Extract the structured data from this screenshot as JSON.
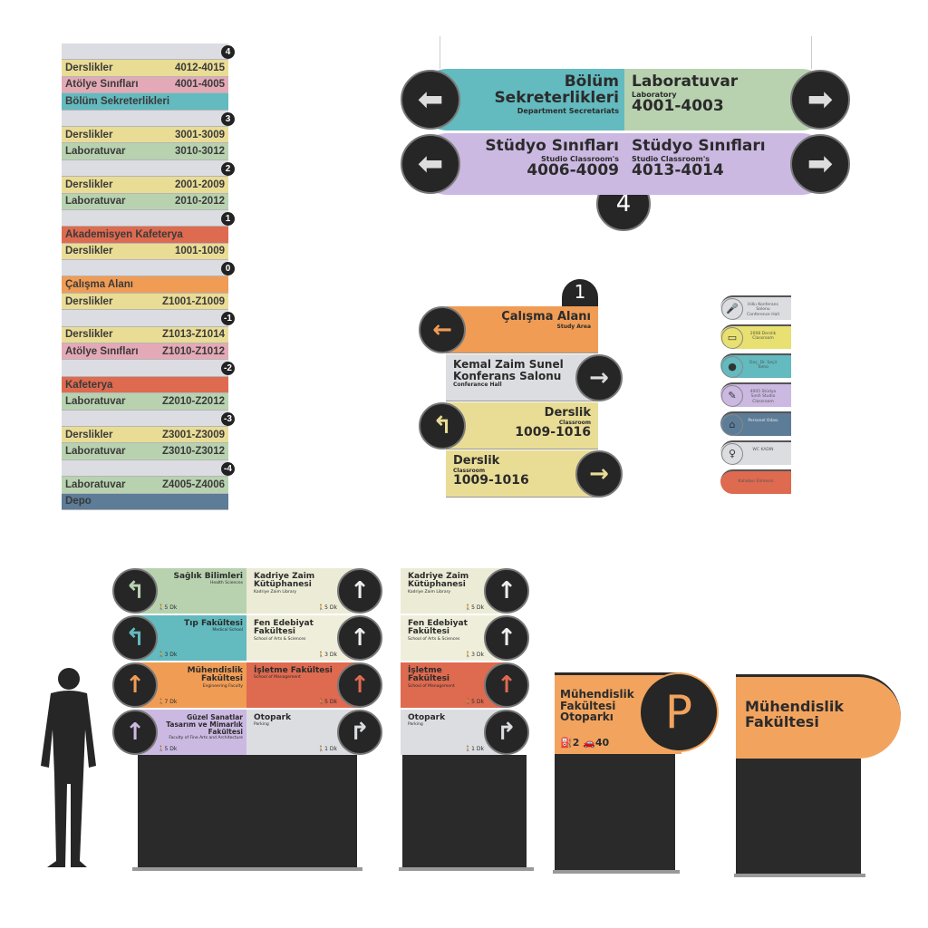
{
  "colors": {
    "yellow": "#e9dc95",
    "pink": "#e4a9b6",
    "teal": "#63babf",
    "green": "#b8d2b0",
    "red": "#de6a50",
    "orange": "#f09c55",
    "lavender": "#cbb9e2",
    "grey": "#dcdde1",
    "cream": "#ecebd6",
    "blue": "#5c7c98",
    "dark": "#262626"
  },
  "directory": [
    {
      "floor": "4"
    },
    {
      "label": "Derslikler",
      "rooms": "4012-4015",
      "color": "yellow"
    },
    {
      "label": "Atölye Sınıfları",
      "rooms": "4001-4005",
      "color": "pink"
    },
    {
      "label": "Bölüm Sekreterlikleri",
      "rooms": "",
      "color": "teal"
    },
    {
      "floor": "3"
    },
    {
      "label": "Derslikler",
      "rooms": "3001-3009",
      "color": "yellow"
    },
    {
      "label": "Laboratuvar",
      "rooms": "3010-3012",
      "color": "green"
    },
    {
      "floor": "2"
    },
    {
      "label": "Derslikler",
      "rooms": "2001-2009",
      "color": "yellow"
    },
    {
      "label": "Laboratuvar",
      "rooms": "2010-2012",
      "color": "green"
    },
    {
      "floor": "1"
    },
    {
      "label": "Akademisyen Kafeterya",
      "rooms": "",
      "color": "red"
    },
    {
      "label": "Derslikler",
      "rooms": "1001-1009",
      "color": "yellow"
    },
    {
      "floor": "0"
    },
    {
      "label": "Çalışma Alanı",
      "rooms": "",
      "color": "orange"
    },
    {
      "label": "Derslikler",
      "rooms": "Z1001-Z1009",
      "color": "yellow"
    },
    {
      "floor": "-1"
    },
    {
      "label": "Derslikler",
      "rooms": "Z1013-Z1014",
      "color": "yellow"
    },
    {
      "label": "Atölye Sınıfları",
      "rooms": "Z1010-Z1012",
      "color": "pink"
    },
    {
      "floor": "-2"
    },
    {
      "label": "Kafeterya",
      "rooms": "",
      "color": "red"
    },
    {
      "label": "Laboratuvar",
      "rooms": "Z2010-Z2012",
      "color": "green"
    },
    {
      "floor": "-3"
    },
    {
      "label": "Derslikler",
      "rooms": "Z3001-Z3009",
      "color": "yellow"
    },
    {
      "label": "Laboratuvar",
      "rooms": "Z3010-Z3012",
      "color": "green"
    },
    {
      "floor": "-4"
    },
    {
      "label": "Laboratuvar",
      "rooms": "Z4005-Z4006",
      "color": "green"
    },
    {
      "label": "Depo",
      "rooms": "",
      "color": "blue"
    }
  ],
  "hanging": {
    "floor": "4",
    "cells": [
      {
        "title": "Bölüm Sekreterlikleri",
        "sub": "Department Secretariats",
        "rooms": "",
        "color": "teal",
        "align": "right"
      },
      {
        "title": "Laboratuvar",
        "sub": "Laboratory",
        "rooms": "4001-4003",
        "color": "green",
        "align": "left"
      },
      {
        "title": "Stüdyo Sınıfları",
        "sub": "Studio Classroom's",
        "rooms": "4006-4009",
        "color": "lavender",
        "align": "right"
      },
      {
        "title": "Stüdyo Sınıfları",
        "sub": "Studio Classroom's",
        "rooms": "4013-4014",
        "color": "lavender",
        "align": "left"
      }
    ]
  },
  "floor_sign": {
    "floor": "1",
    "rows": [
      {
        "title": "Çalışma Alanı",
        "sub": "Study Area",
        "rooms": "",
        "color": "orange",
        "arrow": "←",
        "side": "left",
        "align": "right"
      },
      {
        "title": "Kemal Zaim Sunel Konferans Salonu",
        "sub": "Conferance Hall",
        "rooms": "",
        "color": "grey",
        "arrow": "→",
        "side": "right",
        "align": "left"
      },
      {
        "title": "Derslik",
        "sub": "Classroom",
        "rooms": "1009-1016",
        "color": "yellow",
        "arrow": "↰",
        "side": "left",
        "align": "right"
      },
      {
        "title": "Derslik",
        "sub": "Classroom",
        "rooms": "1009-1016",
        "color": "yellow",
        "arrow": "→",
        "side": "right",
        "align": "left"
      }
    ]
  },
  "door_plates": [
    {
      "text": "Hilkı Konferans Salonu Conference Hall",
      "icon": "lectern-icon",
      "color": "grey",
      "glyph": "🎤"
    },
    {
      "text": "2008 Derslik Classroom",
      "icon": "teacher-icon",
      "color": "#e8e070",
      "glyph": "▭"
    },
    {
      "text": "Doç. Dr. Seçil Tomo",
      "icon": "portrait-icon",
      "color": "teal",
      "glyph": "●"
    },
    {
      "text": "4005 Stüdyo Sınıfı Studio Classroom",
      "icon": "pencil-ruler-icon",
      "color": "lavender",
      "glyph": "✎"
    },
    {
      "text": "Personel Odası",
      "icon": "broom-icon",
      "color": "blue",
      "glyph": "⌂"
    },
    {
      "text": "WC KADIN",
      "icon": "woman-icon",
      "color": "grey",
      "glyph": "♀"
    },
    {
      "text": "Kahaber Elimesin",
      "icon": "",
      "color": "red",
      "glyph": ""
    }
  ],
  "totem": {
    "cells": [
      {
        "title": "Sağlık Bilimleri",
        "sub": "Health Sciences",
        "time": "5 Dk",
        "color": "green",
        "arrow": "↰"
      },
      {
        "title": "Kadriye Zaim Kütüphanesi",
        "sub": "Kadriye Zaim Library",
        "time": "5 Dk",
        "color": "cream",
        "arrow": "↑"
      },
      {
        "title": "Tıp Fakültesi",
        "sub": "Medical School",
        "time": "3 Dk",
        "color": "teal",
        "arrow": "↰"
      },
      {
        "title": "Fen Edebiyat Fakültesi",
        "sub": "School of Arts & Sciences",
        "time": "3 Dk",
        "color": "#efeedb",
        "arrow": "↑"
      },
      {
        "title": "Mühendislik Fakültesi",
        "sub": "Engineering Faculty",
        "time": "7 Dk",
        "color": "orange",
        "arrow": "↑"
      },
      {
        "title": "İşletme Fakültesi",
        "sub": "School of Management",
        "time": "5 Dk",
        "color": "red",
        "arrow": "↑"
      },
      {
        "title": "Güzel Sanatlar Tasarım ve Mimarlık Fakültesi",
        "sub": "Faculty of Fine Arts and Architecture",
        "time": "5 Dk",
        "color": "lavender",
        "arrow": "↑"
      },
      {
        "title": "Otopark",
        "sub": "Parking",
        "time": "1 Dk",
        "color": "grey",
        "arrow": "↱"
      }
    ]
  },
  "parking": {
    "title": "Mühendislik Fakültesi Otoparkı",
    "letter": "P",
    "ev": "2",
    "cars": "40"
  },
  "faculty_sign": {
    "title": "Mühendislik Fakültesi"
  }
}
